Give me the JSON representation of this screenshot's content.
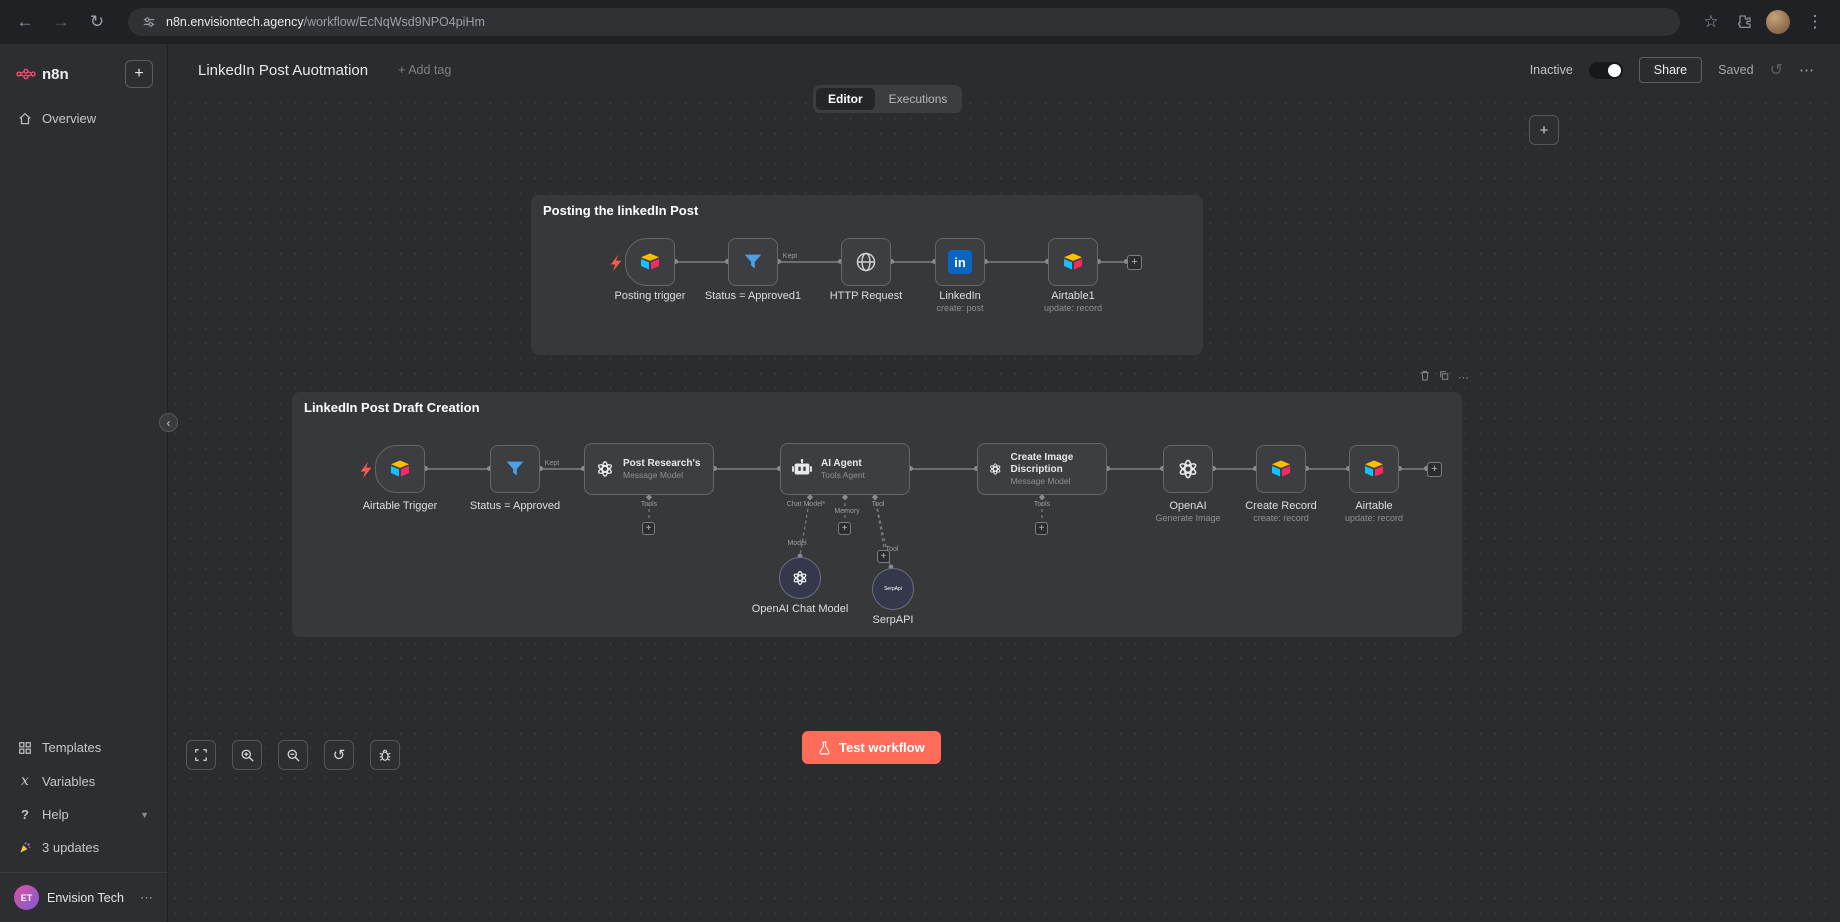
{
  "browser": {
    "url_domain": "n8n.envisiontech.agency",
    "url_path": "/workflow/EcNqWsd9NPO4piHm"
  },
  "sidebar": {
    "logo_text": "n8n",
    "items": [
      {
        "label": "Overview"
      }
    ],
    "bottom_items": [
      {
        "label": "Templates"
      },
      {
        "label": "Variables"
      },
      {
        "label": "Help"
      },
      {
        "label": "3 updates"
      }
    ],
    "user": {
      "name": "Envision Tech",
      "initials": "ET"
    }
  },
  "header": {
    "title": "LinkedIn Post Auotmation",
    "add_tag": "+ Add tag",
    "activation_label": "Inactive",
    "share_label": "Share",
    "saved_label": "Saved"
  },
  "tabs": {
    "editor": "Editor",
    "executions": "Executions"
  },
  "canvas": {
    "test_button": "Test workflow",
    "groups": [
      {
        "title": "Posting the linkedIn Post",
        "nodes": [
          {
            "name": "Posting trigger"
          },
          {
            "name": "Status = Approved1",
            "port": "Kept"
          },
          {
            "name": "HTTP Request"
          },
          {
            "name": "LinkedIn",
            "subtitle": "create: post"
          },
          {
            "name": "Airtable1",
            "subtitle": "update: record"
          }
        ]
      },
      {
        "title": "LinkedIn Post Draft Creation",
        "nodes": [
          {
            "name": "Airtable Trigger"
          },
          {
            "name": "Status = Approved",
            "port": "Kept"
          },
          {
            "name": "Post Research's",
            "subtitle": "Message Model",
            "port": "Tools"
          },
          {
            "name": "AI Agent",
            "subtitle": "Tools Agent",
            "ports": [
              "Chat Model*",
              "Memory",
              "Tool"
            ]
          },
          {
            "name": "Create Image Discription",
            "subtitle": "Message Model",
            "port": "Tools"
          },
          {
            "name": "OpenAI",
            "subtitle": "Generate Image"
          },
          {
            "name": "Create Record",
            "subtitle": "create: record"
          },
          {
            "name": "Airtable",
            "subtitle": "update: record"
          }
        ],
        "sub_nodes": [
          {
            "name": "OpenAI Chat Model",
            "port": "Model"
          },
          {
            "name": "SerpAPI",
            "port": "Tool"
          }
        ]
      }
    ]
  },
  "colors": {
    "accent": "#ff6d5a",
    "brand": "#ea4b71",
    "linkedin": "#0a66c2",
    "filter_blue": "#4ba0e8",
    "airtable_yellow": "#ffbf00",
    "airtable_blue": "#18bfff",
    "airtable_red": "#f82b60",
    "openai_white": "#e8e9ec"
  },
  "icons": {
    "trigger": "lightning-bolt",
    "filter": "funnel",
    "http": "globe",
    "ai_agent": "robot",
    "llm": "openai-flower",
    "linkedin_glyph": "in"
  }
}
